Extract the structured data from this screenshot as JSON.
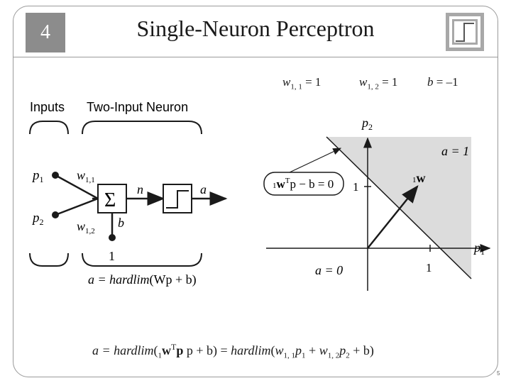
{
  "slide": {
    "number": "4",
    "title": "Single-Neuron Perceptron",
    "page_number": "5"
  },
  "params": {
    "w11_label": "w",
    "w11_sub": "1, 1",
    "w11_value": "= 1",
    "w12_label": "w",
    "w12_sub": "1, 2",
    "w12_value": "= 1",
    "b_label": "b",
    "b_value": "= –1"
  },
  "network": {
    "inputs_label": "Inputs",
    "neuron_label": "Two-Input Neuron",
    "p1_label": "p",
    "p1_sub": "1",
    "p2_label": "p",
    "p2_sub": "2",
    "w11_label": "w",
    "w11_sub": "1,1",
    "w12_label": "w",
    "w12_sub": "1,2",
    "sum_symbol": "Σ",
    "n_label": "n",
    "a_label": "a",
    "b_label": "b",
    "bias_input": "1",
    "formula_prefix": "a = hardlim",
    "formula_args": "(Wp + b)"
  },
  "plot": {
    "p1_axis": "p",
    "p1_sub": "1",
    "p2_axis": "p",
    "p2_sub": "2",
    "region_a1": "a = 1",
    "region_a0": "a = 0",
    "tick_x": "1",
    "tick_y": "1",
    "weight_vector_pre": "1",
    "weight_vector": "w",
    "boundary_pre": "1",
    "boundary_w": "w",
    "boundary_T": "T",
    "boundary_rest": "p − b = 0",
    "shade_color": "#dcdcdc"
  },
  "equation": {
    "lhs": "a =",
    "fn1": "hardlim",
    "open1": "(",
    "pre1": "1",
    "w": "w",
    "T": "T",
    "rest1": " p + b)",
    "eq2": " =",
    "fn2": "hardlim",
    "open2": "(",
    "term1_w": "w",
    "term1_sub": "1, 1",
    "term1_p": "p",
    "term1_psub": "1",
    "plus": " + ",
    "term2_w": "w",
    "term2_sub": "1, 2",
    "term2_p": "p",
    "term2_psub": "2",
    "tail": " + b)"
  }
}
